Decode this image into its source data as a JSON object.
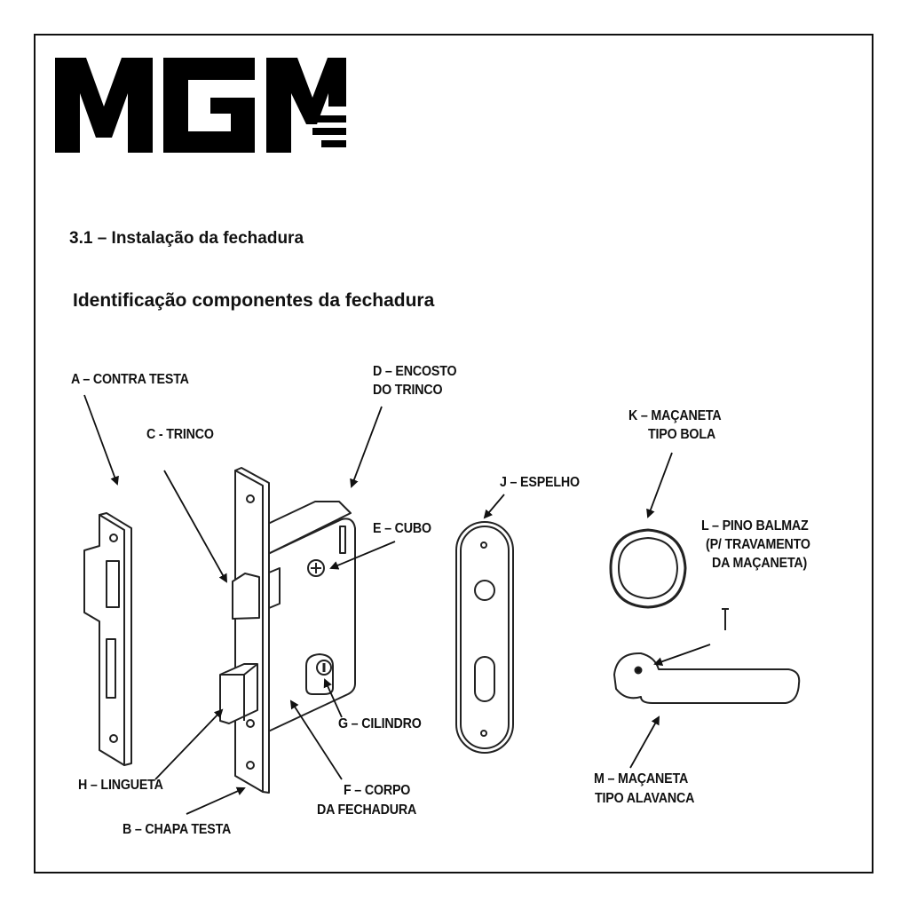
{
  "brand": {
    "logo_text": "MGM"
  },
  "section_title": "3.1 – Instalação da fechadura",
  "subtitle": "Identificação componentes da fechadura",
  "labels": {
    "a": "A – CONTRA TESTA",
    "b": "B – CHAPA TESTA",
    "c": "C - TRINCO",
    "d1": "D – ENCOSTO",
    "d2": "DO TRINCO",
    "e": "E – CUBO",
    "f1": "F – CORPO",
    "f2": "DA FECHADURA",
    "g": "G – CILINDRO",
    "h": "H – LINGUETA",
    "j": "J – ESPELHO",
    "k1": "K – MAÇANETA",
    "k2": "TIPO BOLA",
    "l1": "L – PINO BALMAZ",
    "l2": "(P/ TRAVAMENTO",
    "l3": "DA MAÇANETA)",
    "m1": "M – MAÇANETA",
    "m2": "TIPO ALAVANCA"
  }
}
